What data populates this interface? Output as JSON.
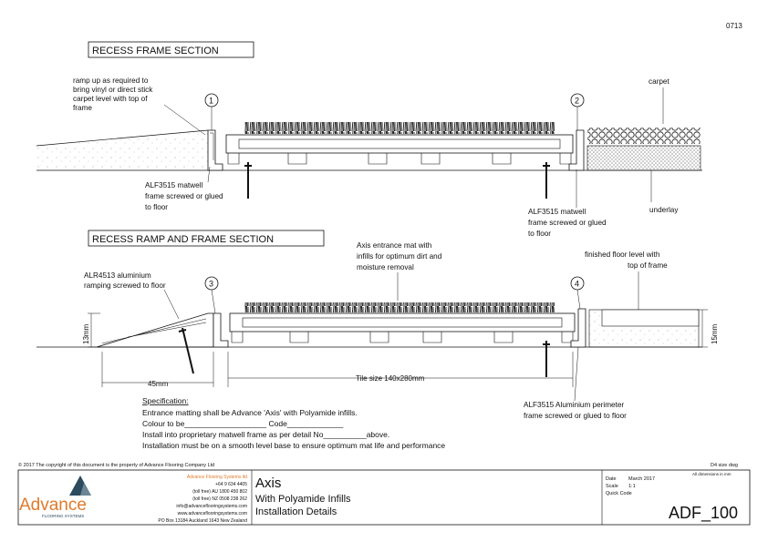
{
  "sheet_number": "0713",
  "section1": {
    "title": "RECESS FRAME SECTION",
    "callout_1": "1",
    "callout_2": "2",
    "note_ramp": [
      "ramp up as required to",
      "bring vinyl or direct stick",
      "carpet level with top of",
      "frame"
    ],
    "note_carpet": "carpet",
    "note_frame_left": [
      "ALF3515 matwell",
      "frame screwed or glued",
      "to floor"
    ],
    "note_frame_right": [
      "ALF3515 matwell",
      "frame screwed or glued",
      "to floor"
    ],
    "note_underlay": "underlay"
  },
  "section2": {
    "title": "RECESS RAMP AND FRAME SECTION",
    "callout_3": "3",
    "callout_4": "4",
    "note_mat": [
      "Axis entrance mat with",
      "infills for optimum dirt and",
      "moisture removal"
    ],
    "note_floor_level": [
      "finished floor level with",
      "top of frame"
    ],
    "note_ramp": [
      "ALR4513 aluminium",
      "ramping screwed to floor"
    ],
    "dim_13mm": "13mm",
    "dim_15mm": "15mm",
    "dim_45mm": "45mm",
    "dim_tile": "Tile size 140x280mm",
    "note_perimeter": [
      "ALF3515 Aluminium perimeter",
      "frame screwed or glued to floor"
    ]
  },
  "specification": {
    "heading": "Specification:",
    "lines": [
      "Entrance matting shall be Advance 'Axis' with Polyamide infills.",
      "Colour to be___________________ Code_____________",
      "Install into proprietary matwell frame as per detail No__________above.",
      "Installation must be on a smooth level base to ensure optimum mat life and performance"
    ]
  },
  "footer": {
    "copyright": "© 2017 The copyright of this document is the property of Advance Flooring Company Ltd",
    "drawing_type": "D4 size dwg",
    "dimensions_note": "All dimensions in mm",
    "company_name": "Advance Flooring Systems ltd",
    "contact_lines": [
      "+64 9 634 4405",
      "(toll free) AU 1800 450 802",
      "(toll free) NZ 0508 238 262",
      "info@advanceflooringsystems.com",
      "www.advanceflooringsystems.com",
      "PO Box 13184 Auckland 1643 New Zealand"
    ],
    "logo_text": "Advance",
    "logo_subtext": "FLOORING SYSTEMS",
    "product": "Axis",
    "subtitle": "With Polyamide Infills",
    "subtitle2": "Installation Details",
    "date_label": "Date",
    "date_value": "March 2017",
    "scale_label": "Scale",
    "scale_value": "1:1",
    "quick_code_label": "Quick Code",
    "drawing_code": "ADF_100",
    "brand_color": "#e07a2b",
    "brand_dark": "#2b4a5c"
  }
}
